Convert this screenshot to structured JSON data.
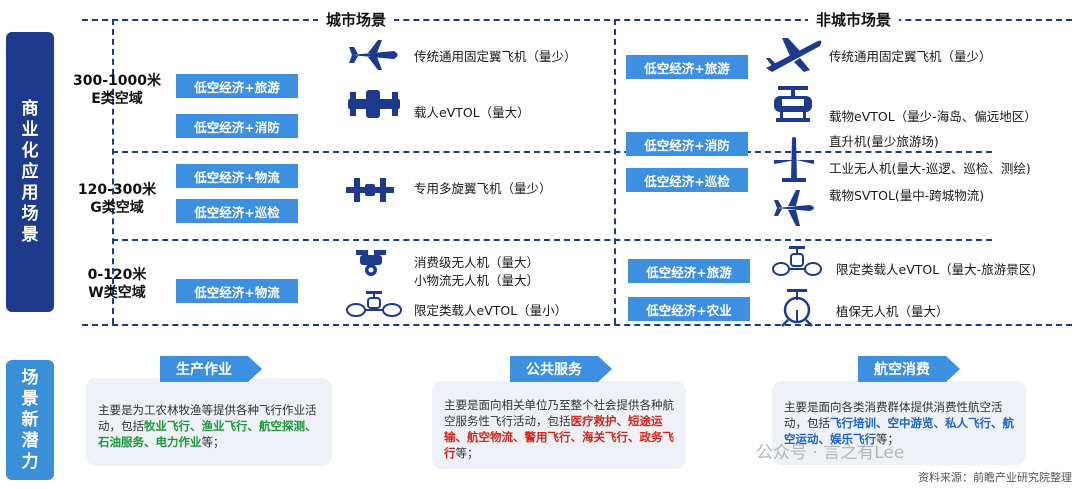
{
  "sidebar": {
    "scenes": "商业化应用场景",
    "potential": "场景新潜力"
  },
  "headers": {
    "urban": "城市场景",
    "non_urban": "非城市场景"
  },
  "bands": [
    {
      "range": "300-1000米",
      "class": "E类空域"
    },
    {
      "range": "120-300米",
      "class": "G类空域"
    },
    {
      "range": "0-120米",
      "class": "W类空域"
    }
  ],
  "urban_tags": [
    "低空经济+旅游",
    "低空经济+消防",
    "低空经济+物流",
    "低空经济+巡检",
    "低空经济+物流"
  ],
  "non_urban_tags": [
    "低空经济+旅游",
    "低空经济+消防",
    "低空经济+巡检",
    "低空经济+旅游",
    "低空经济+农业"
  ],
  "urban_items": [
    "传统通用固定翼飞机（量少）",
    "载人eVTOL（量大）",
    "专用多旋翼飞机（量少）",
    "消费级无人机（量大）",
    "小物流无人机（量大）",
    "限定类载人eVTOL（量小）"
  ],
  "non_urban_items": [
    "传统通用固定翼飞机（量少）",
    "载物eVTOL（量少-海岛、偏远地区）",
    "直升机(量少旅游场)",
    "工业无人机(量大-巡逻、巡检、测绘)",
    "载物SVTOL(量中-跨城物流)",
    "限定类载人eVTOL（量大-旅游景区)",
    "植保无人机（量大）"
  ],
  "potential": [
    {
      "tag": "生产作业",
      "text_before": "主要是为工农林牧渔等提供各种飞行作业活动，包括",
      "highlights": [
        "牧业飞行、",
        "渔业飞行、",
        "航空探测、",
        "石油服务、",
        "电力作业"
      ],
      "text_after": "等；"
    },
    {
      "tag": "公共服务",
      "text_before": "主要是面向相关单位乃至整个社会提供各种航空服务性飞行活动，包括",
      "highlights": [
        "医疗救护、",
        "短途运输、",
        "航空物流、",
        "警用飞行、",
        "海关飞行、",
        "政务飞行"
      ],
      "text_after": "等；"
    },
    {
      "tag": "航空消费",
      "text_before": "主要是面向各类消费群体提供消费性航空活动，包括",
      "highlights": [
        "飞行培训、",
        "空中游览、",
        "私人飞行、",
        "航空运动、",
        "娱乐飞行"
      ],
      "text_after": "等；"
    }
  ],
  "watermark": "公众号 · 言之有Lee",
  "source": "资料来源：前瞻产业研究院整理",
  "colors": {
    "navy": "#1d3a8c",
    "blue": "#3d8fe0",
    "light_blue": "#3a8fd9",
    "green": "#1a9b3a",
    "red": "#d4281e"
  }
}
